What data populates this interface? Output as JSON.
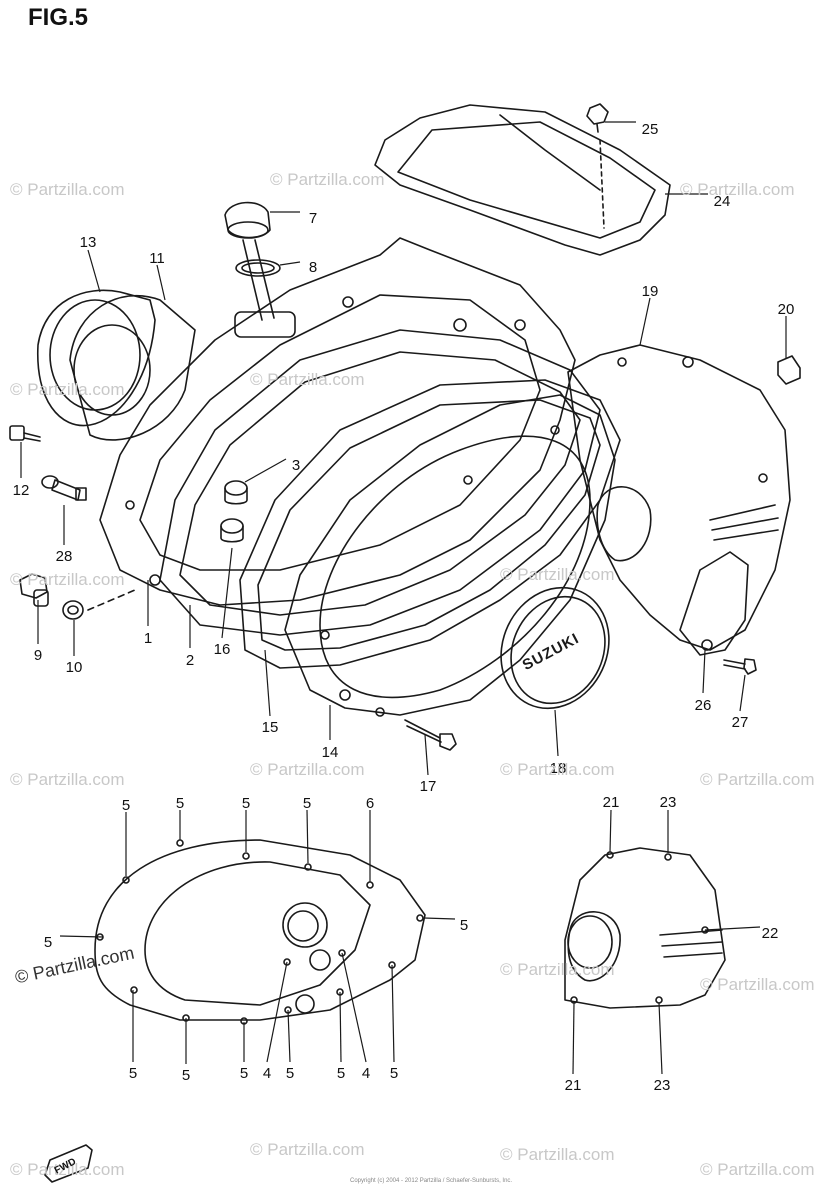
{
  "figure": {
    "title": "FIG.5"
  },
  "watermark": {
    "text": "© Partzilla.com",
    "strong_text": "© Partzilla.com"
  },
  "badge": {
    "logo_text": "SUZUKI",
    "fwd_text": "FWD"
  },
  "footer": {
    "text": "Copyright (c) 2004 - 2012 Partzilla / Schaefer-Sunbursts, Inc."
  },
  "callouts": [
    {
      "label": "25"
    },
    {
      "label": "24"
    },
    {
      "label": "7"
    },
    {
      "label": "8"
    },
    {
      "label": "13"
    },
    {
      "label": "11"
    },
    {
      "label": "19"
    },
    {
      "label": "20"
    },
    {
      "label": "12"
    },
    {
      "label": "3"
    },
    {
      "label": "28"
    },
    {
      "label": "9"
    },
    {
      "label": "10"
    },
    {
      "label": "1"
    },
    {
      "label": "2"
    },
    {
      "label": "16"
    },
    {
      "label": "15"
    },
    {
      "label": "14"
    },
    {
      "label": "17"
    },
    {
      "label": "18"
    },
    {
      "label": "26"
    },
    {
      "label": "27"
    },
    {
      "label": "5"
    },
    {
      "label": "5"
    },
    {
      "label": "5"
    },
    {
      "label": "5"
    },
    {
      "label": "6"
    },
    {
      "label": "5"
    },
    {
      "label": "5"
    },
    {
      "label": "5"
    },
    {
      "label": "5"
    },
    {
      "label": "5"
    },
    {
      "label": "4"
    },
    {
      "label": "5"
    },
    {
      "label": "5"
    },
    {
      "label": "4"
    },
    {
      "label": "5"
    },
    {
      "label": "21"
    },
    {
      "label": "23"
    },
    {
      "label": "22"
    },
    {
      "label": "21"
    },
    {
      "label": "23"
    }
  ]
}
